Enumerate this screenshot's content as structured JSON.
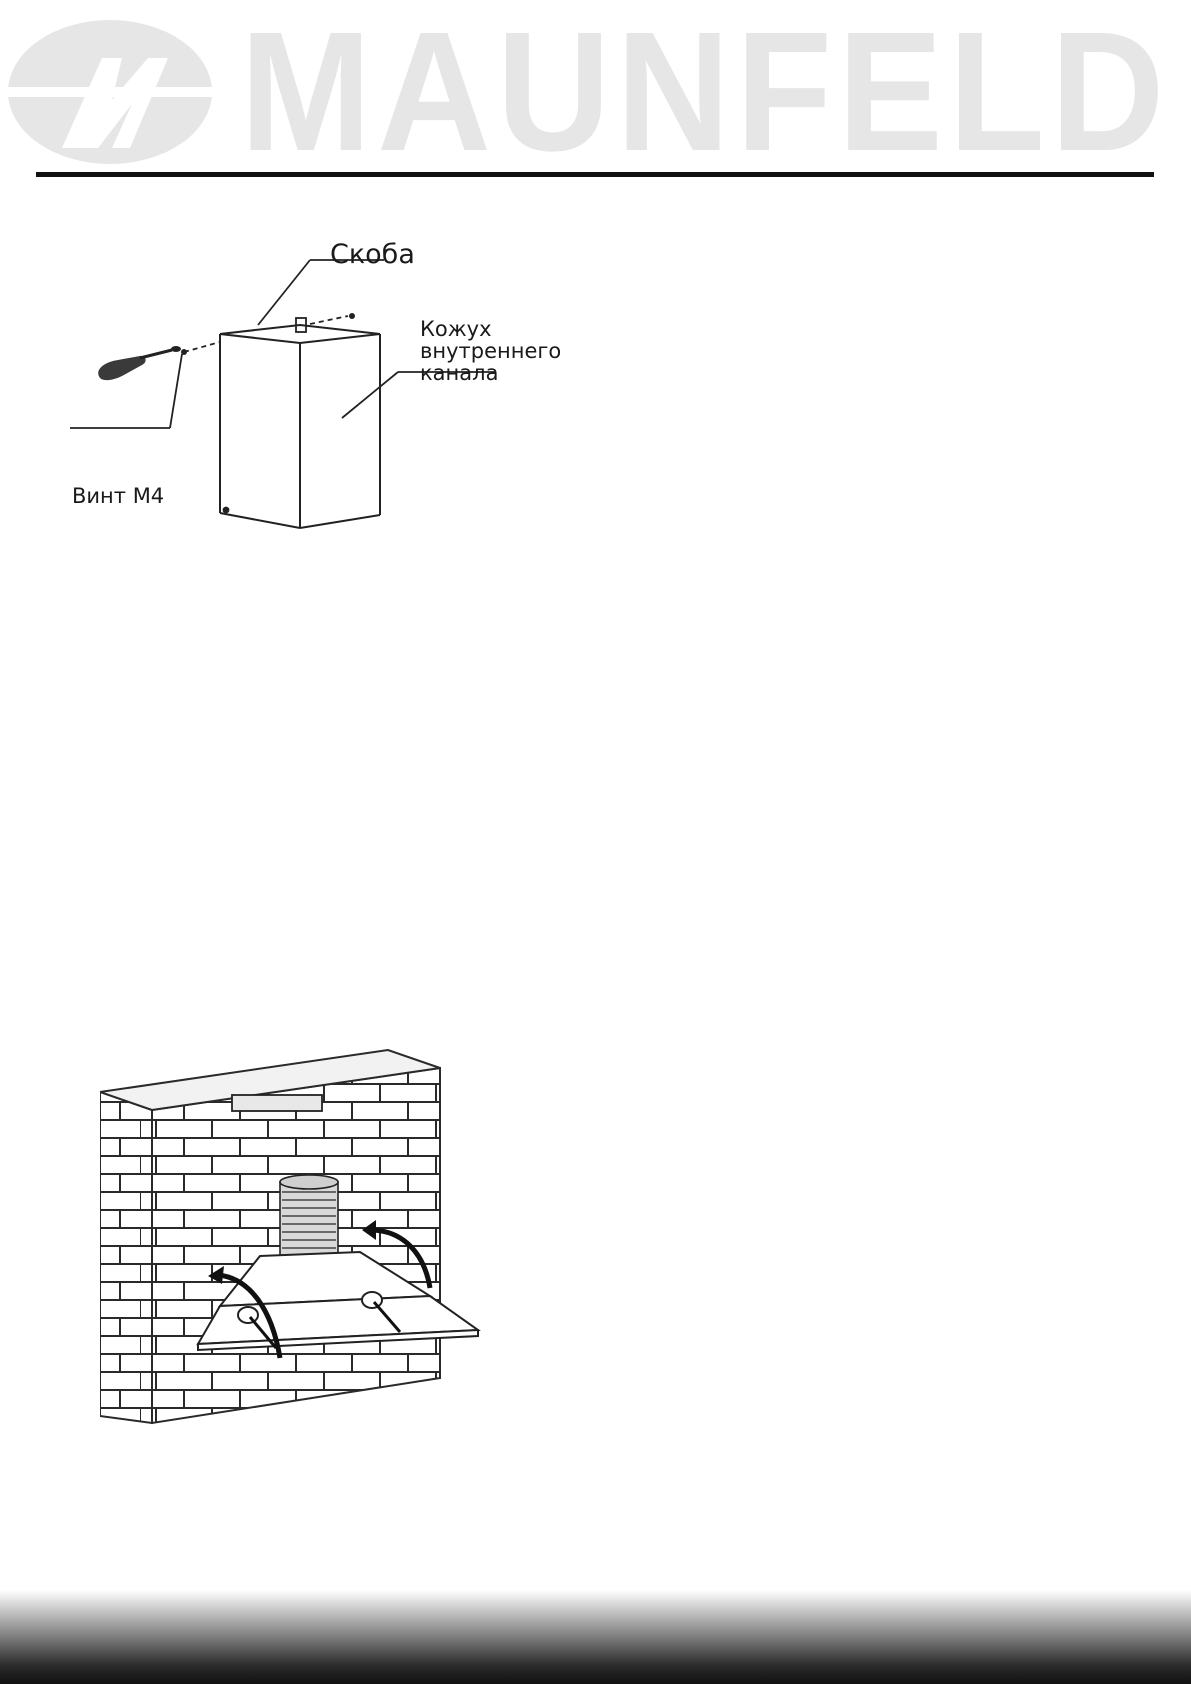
{
  "header": {
    "brand_name": "MAUNFELD",
    "logo_monogram": "M"
  },
  "figure_chimney": {
    "labels": {
      "bracket": "Скоба",
      "inner_casing": [
        "Кожух",
        "внутреннего",
        "канала"
      ],
      "screw": "Винт М4"
    }
  },
  "figure_hood": {}
}
